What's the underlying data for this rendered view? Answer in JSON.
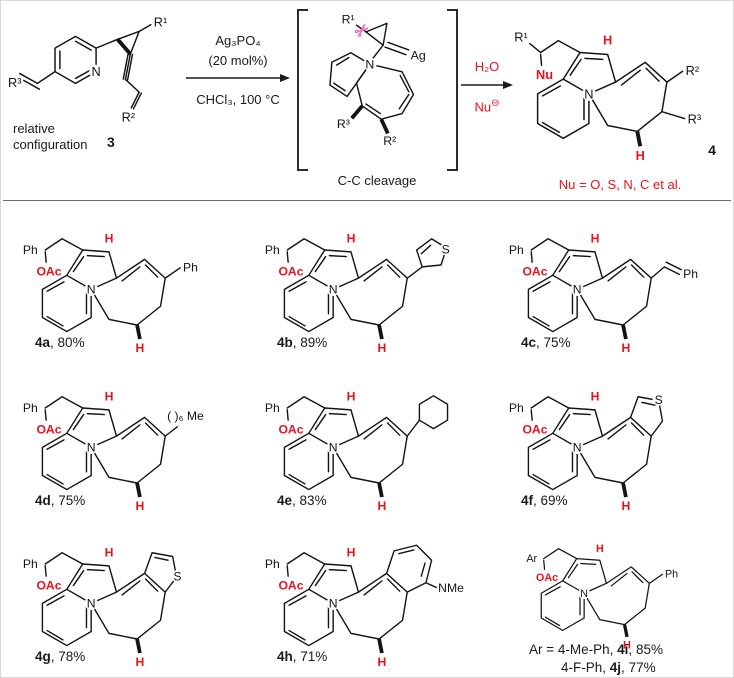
{
  "colors": {
    "red": "#e8131c",
    "pink": "#ef6eb5",
    "ink": "#141414"
  },
  "caption_sep": ", ",
  "scheme": {
    "reactant": {
      "r1": "R¹",
      "r2": "R²",
      "r3": "R³",
      "n": "N",
      "caption1": "relative",
      "caption2": "configuration",
      "number": "3"
    },
    "conditions": {
      "line1": "Ag₃PO₄",
      "line2": "(20 mol%)",
      "line3": "CHCl₃, 100 °C"
    },
    "intermediate": {
      "r1": "R¹",
      "r2": "R²",
      "r3": "R³",
      "n": "N",
      "ag": "Ag",
      "scissors": "✂",
      "caption": "C-C cleavage"
    },
    "arrow2": {
      "top": "H₂O",
      "bottom": "Nu",
      "charge": "⊖"
    },
    "product": {
      "nu": "Nu",
      "r1": "R¹",
      "r2": "R²",
      "r3": "R³",
      "h_top": "H",
      "h_bottom": "H",
      "n": "N",
      "number": "4",
      "note": "Nu = O, S, N, C et al."
    }
  },
  "products": [
    {
      "id": "4a",
      "yield": "80%",
      "chain": "Ph",
      "oac": "OAc",
      "h_top": "H",
      "h_bottom": "H",
      "n": "N",
      "r": "Ph"
    },
    {
      "id": "4b",
      "yield": "89%",
      "chain": "Ph",
      "oac": "OAc",
      "h_top": "H",
      "h_bottom": "H",
      "n": "N",
      "r": "S"
    },
    {
      "id": "4c",
      "yield": "75%",
      "chain": "Ph",
      "oac": "OAc",
      "h_top": "H",
      "h_bottom": "H",
      "n": "N",
      "r": "Ph"
    },
    {
      "id": "4d",
      "yield": "75%",
      "chain": "Ph",
      "oac": "OAc",
      "h_top": "H",
      "h_bottom": "H",
      "n": "N",
      "r": "( )₆ Me"
    },
    {
      "id": "4e",
      "yield": "83%",
      "chain": "Ph",
      "oac": "OAc",
      "h_top": "H",
      "h_bottom": "H",
      "n": "N",
      "r": ""
    },
    {
      "id": "4f",
      "yield": "69%",
      "chain": "Ph",
      "oac": "OAc",
      "h_top": "H",
      "h_bottom": "H",
      "n": "N",
      "r": "S"
    },
    {
      "id": "4g",
      "yield": "78%",
      "chain": "Ph",
      "oac": "OAc",
      "h_top": "H",
      "h_bottom": "H",
      "n": "N",
      "r": "S"
    },
    {
      "id": "4h",
      "yield": "71%",
      "chain": "Ph",
      "oac": "OAc",
      "h_top": "H",
      "h_bottom": "H",
      "n": "N",
      "r": "NMe"
    },
    {
      "chain": "Ar",
      "oac": "OAc",
      "h_top": "H",
      "h_bottom": "H",
      "n": "N",
      "r": "Ph"
    }
  ],
  "variants": {
    "prefix": "Ar = ",
    "ar1": "4-Me-Ph",
    "id1": "4i",
    "yield1": "85%",
    "ar2": "4-F-Ph",
    "id2": "4j",
    "yield2": "77%"
  }
}
